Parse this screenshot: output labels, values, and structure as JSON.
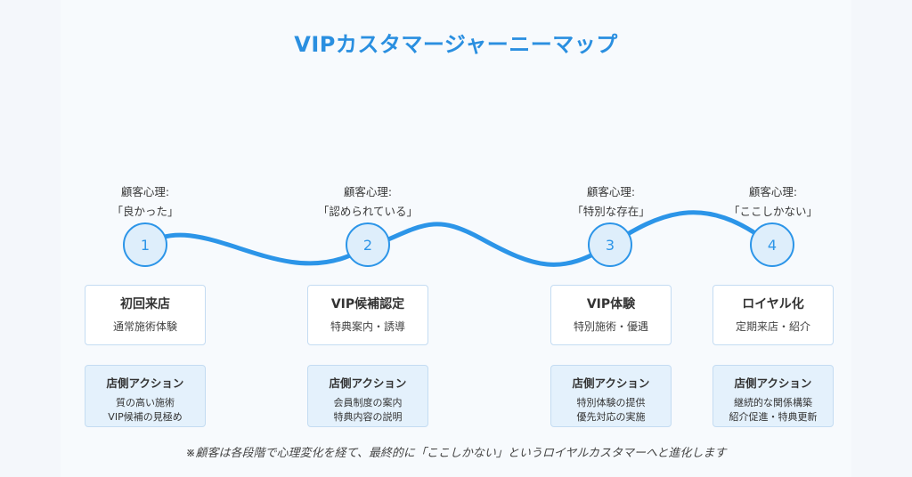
{
  "title": "VIPカスタマージャーニーマップ",
  "stages": [
    {
      "number": "1",
      "psychology_label": "顧客心理:",
      "psychology_quote": "「良かった」",
      "name": "初回来店",
      "description": "通常施術体験",
      "action_heading": "店側アクション",
      "actions": [
        "質の高い施術",
        "VIP候補の見極め"
      ]
    },
    {
      "number": "2",
      "psychology_label": "顧客心理:",
      "psychology_quote": "「認められている」",
      "name": "VIP候補認定",
      "description": "特典案内・誘導",
      "action_heading": "店側アクション",
      "actions": [
        "会員制度の案内",
        "特典内容の説明"
      ]
    },
    {
      "number": "3",
      "psychology_label": "顧客心理:",
      "psychology_quote": "「特別な存在」",
      "name": "VIP体験",
      "description": "特別施術・優遇",
      "action_heading": "店側アクション",
      "actions": [
        "特別体験の提供",
        "優先対応の実施"
      ]
    },
    {
      "number": "4",
      "psychology_label": "顧客心理:",
      "psychology_quote": "「ここしかない」",
      "name": "ロイヤル化",
      "description": "定期来店・紹介",
      "action_heading": "店側アクション",
      "actions": [
        "継続的な関係構築",
        "紹介促進・特典更新"
      ]
    }
  ],
  "footnote": "※顧客は各段階で心理変化を経て、最終的に「ここしかない」というロイヤルカスタマーへと進化します",
  "colors": {
    "accent": "#2c95e8",
    "node_fill": "#deeefb",
    "action_fill": "#e4f1fc",
    "border": "#c4dcf2"
  }
}
